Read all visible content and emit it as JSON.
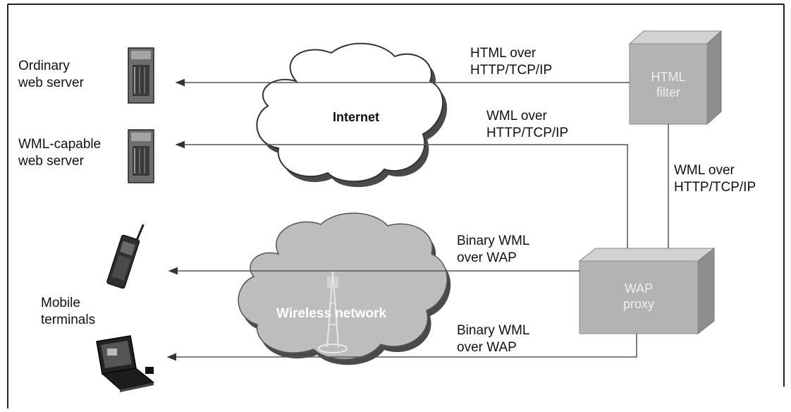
{
  "nodes": {
    "ordinary_server": [
      "Ordinary",
      "web server"
    ],
    "wml_server": [
      "WML-capable",
      "web server"
    ],
    "mobile_terminals": [
      "Mobile",
      "terminals"
    ],
    "internet": "Internet",
    "wireless_network": "Wireless network",
    "html_filter": [
      "HTML",
      "filter"
    ],
    "wap_proxy": [
      "WAP",
      "proxy"
    ]
  },
  "edges": {
    "html_http": [
      "HTML over",
      "HTTP/TCP/IP"
    ],
    "wml_http_top": [
      "WML over",
      "HTTP/TCP/IP"
    ],
    "wml_http_right": [
      "WML over",
      "HTTP/TCP/IP"
    ],
    "binary_wap_1": [
      "Binary WML",
      "over WAP"
    ],
    "binary_wap_2": [
      "Binary WML",
      "over WAP"
    ]
  },
  "colors": {
    "cloud_internet": "#ffffff",
    "cloud_wireless": "#bdbdbd",
    "box_front": "#b3b3b3",
    "box_top": "#d2d2d2",
    "box_side": "#8e8e8e",
    "line": "#555555"
  }
}
